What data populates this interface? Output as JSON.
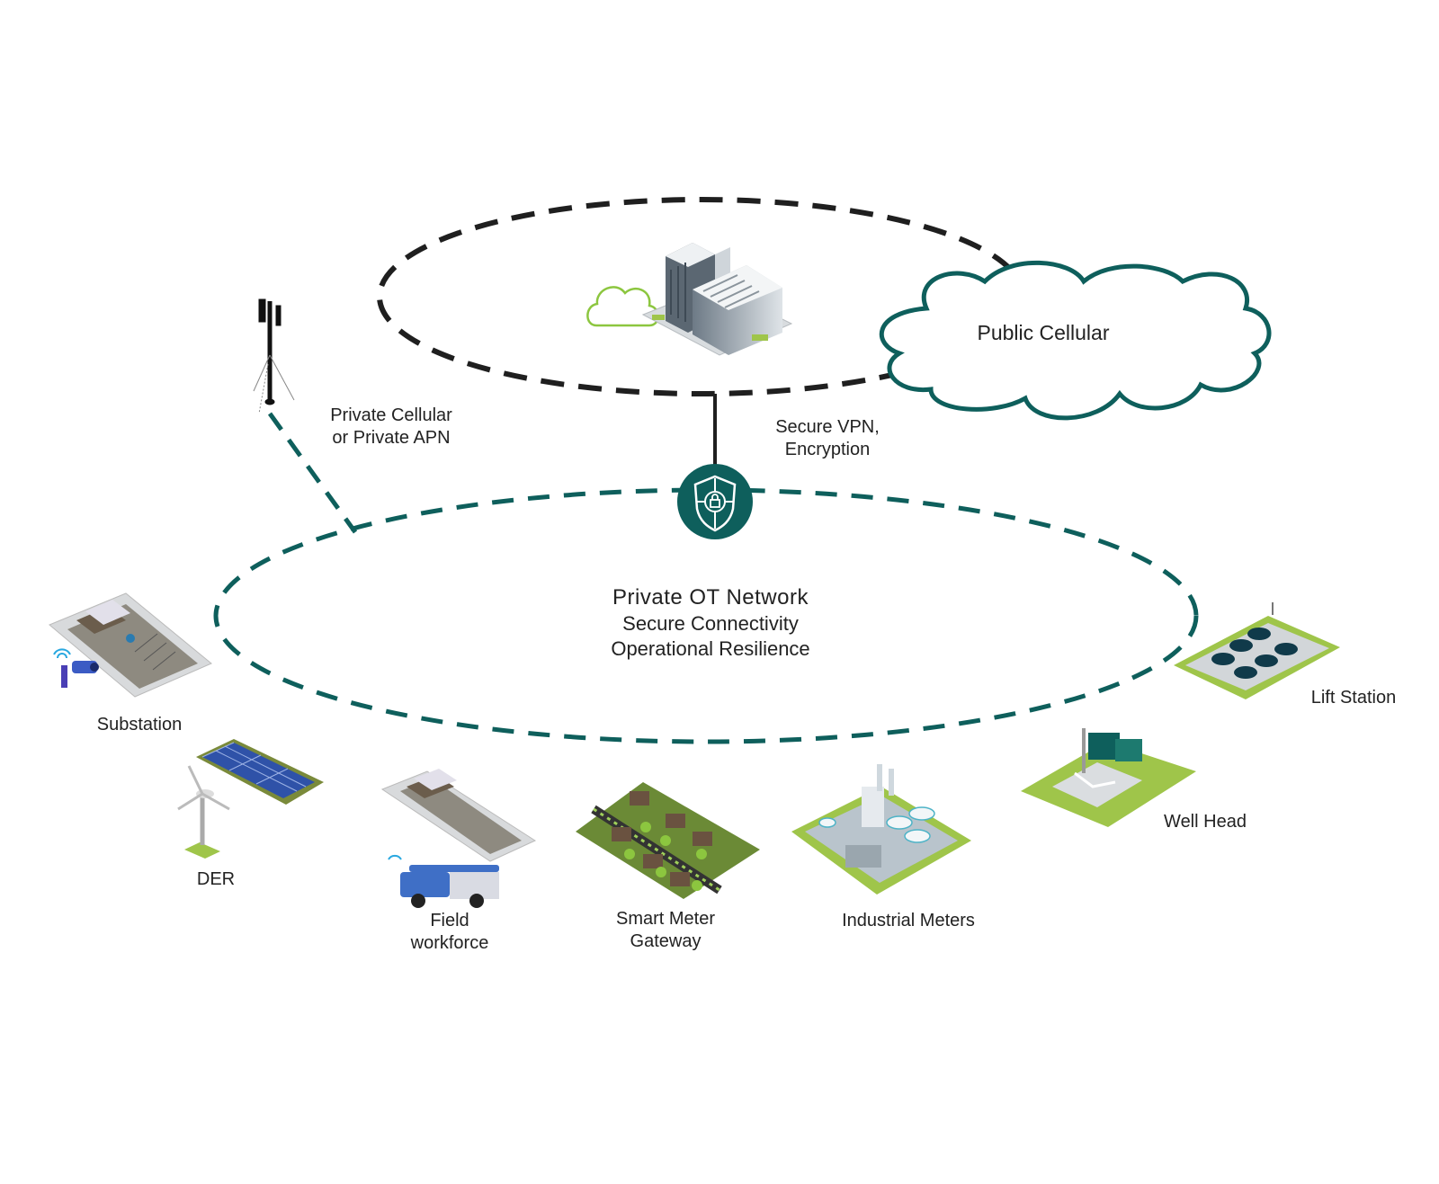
{
  "colors": {
    "teal": "#0e5f5c",
    "dash_black": "#1f1f1f",
    "green_cloud": "#8cc63f",
    "grass": "#9fc54a",
    "solar_blue": "#2f52a8",
    "truck_blue": "#3f6fc6"
  },
  "diagram": {
    "hq_label": "",
    "public_cloud": {
      "label": "Public Cellular",
      "icon": "cloud-icon"
    },
    "private_cellular": {
      "line1": "Private Cellular",
      "line2": "or Private APN",
      "icon": "cell-tower-icon"
    },
    "vpn": {
      "line1": "Secure VPN,",
      "line2": "Encryption",
      "icon": "shield-lock-icon"
    },
    "ot_network": {
      "title": "Private OT Network",
      "line2": "Secure Connectivity",
      "line3": "Operational Resilience"
    },
    "sites": [
      {
        "id": "substation",
        "label": "Substation",
        "icon": "substation-icon"
      },
      {
        "id": "der",
        "label": "DER",
        "icon": "wind-solar-icon"
      },
      {
        "id": "field",
        "line1": "Field",
        "line2": "workforce",
        "icon": "bucket-truck-icon"
      },
      {
        "id": "smart-meter",
        "line1": "Smart Meter",
        "line2": "Gateway",
        "icon": "neighborhood-icon"
      },
      {
        "id": "industrial",
        "label": "Industrial Meters",
        "icon": "factory-icon"
      },
      {
        "id": "well",
        "label": "Well Head",
        "icon": "well-head-icon"
      },
      {
        "id": "lift",
        "label": "Lift Station",
        "icon": "lift-station-icon"
      }
    ]
  }
}
